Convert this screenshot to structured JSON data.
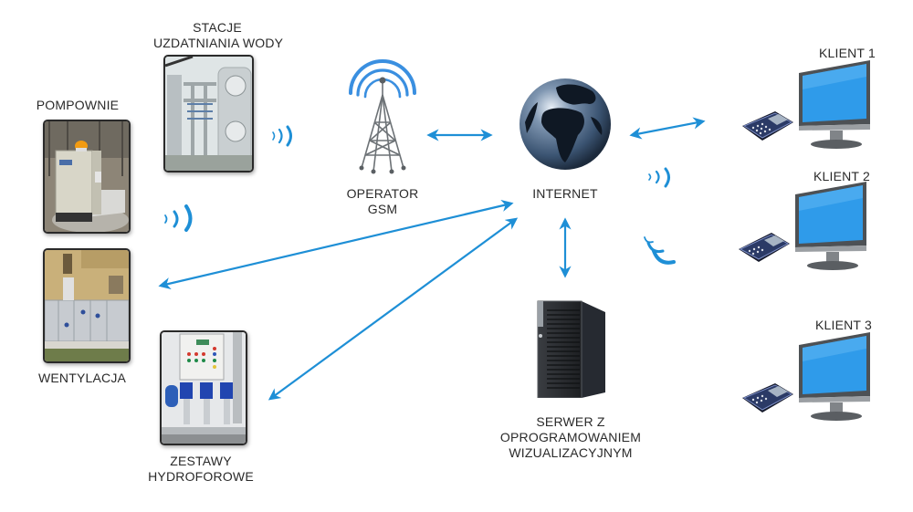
{
  "title": "",
  "accent_color": "#1e8fd6",
  "nodes": {
    "stacje": {
      "label_line1": "STACJE",
      "label_line2": "UZDATNIANIA WODY",
      "icon": "water-treatment-photo"
    },
    "pompownie": {
      "label": "POMPOWNIE",
      "icon": "pump-station-photo"
    },
    "wentylacja": {
      "label": "WENTYLACJA",
      "icon": "ventilation-unit-photo"
    },
    "zestawy": {
      "label_line1": "ZESTAWY",
      "label_line2": "HYDROFOROWE",
      "icon": "booster-pump-set-photo"
    },
    "operator": {
      "label_line1": "OPERATOR",
      "label_line2": "GSM",
      "icon": "radio-tower-icon"
    },
    "internet": {
      "label": "INTERNET",
      "icon": "globe-icon"
    },
    "serwer": {
      "label_line1": "SERWER Z",
      "label_line2": "OPROGRAMOWANIEM",
      "label_line3": "WIZUALIZACYJNYM",
      "icon": "server-tower-icon"
    },
    "klienci": [
      {
        "label": "KLIENT 1",
        "icons": [
          "mobile-phone-icon",
          "monitor-icon"
        ]
      },
      {
        "label": "KLIENT 2",
        "icons": [
          "mobile-phone-icon",
          "monitor-icon"
        ]
      },
      {
        "label": "KLIENT 3",
        "icons": [
          "mobile-phone-icon",
          "monitor-icon"
        ]
      }
    ]
  },
  "connections": [
    {
      "from": "operator",
      "to": "internet",
      "type": "bidirectional-arrow"
    },
    {
      "from": "internet",
      "to": "klient-1",
      "type": "bidirectional-arrow"
    },
    {
      "from": "internet",
      "to": "serwer",
      "type": "bidirectional-arrow"
    },
    {
      "from": "internet",
      "to": "wentylacja",
      "type": "bidirectional-arrow"
    },
    {
      "from": "internet",
      "to": "zestawy",
      "type": "bidirectional-arrow"
    },
    {
      "from": "stacje",
      "to": "operator",
      "type": "wireless-signal"
    },
    {
      "from": "pompownie",
      "to": "operator",
      "type": "wireless-signal"
    },
    {
      "from": "internet",
      "to": "klient-2",
      "type": "wireless-signal"
    },
    {
      "from": "internet",
      "to": "klient-3",
      "type": "wireless-signal"
    }
  ]
}
